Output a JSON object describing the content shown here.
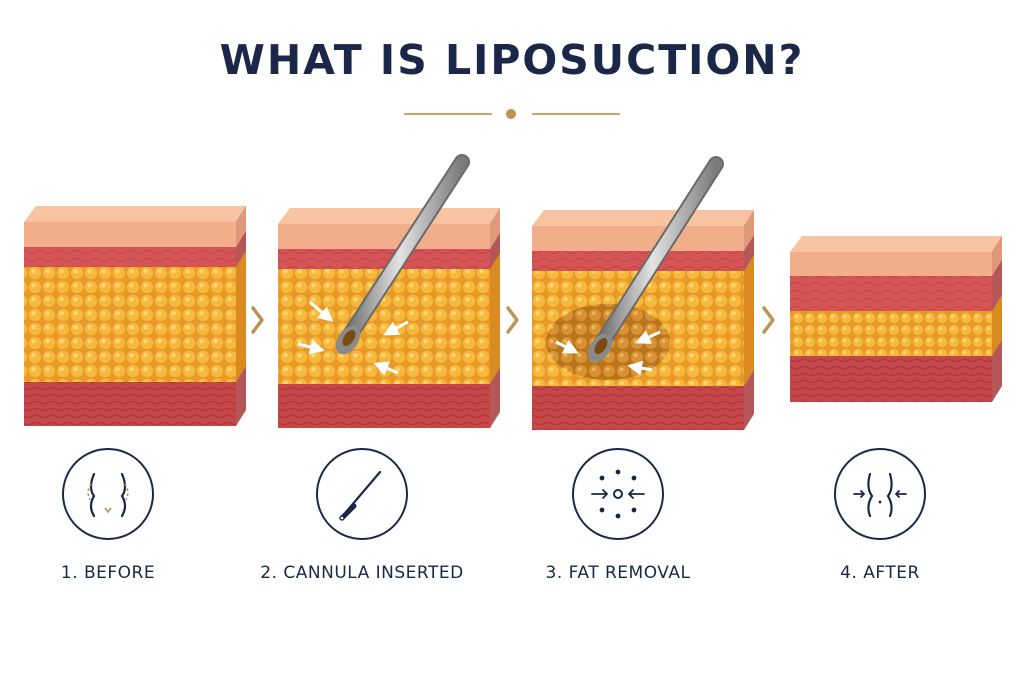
{
  "title": "WHAT IS LIPOSUCTION?",
  "colors": {
    "navy": "#1a2748",
    "gold": "#c09355",
    "skin_top": "#f2b592",
    "dermis": "#d9585a",
    "fat": "#f5b53a",
    "muscle": "#c94a4d",
    "cannula": "#9a9a9a"
  },
  "steps": [
    {
      "label": "1. BEFORE",
      "icon": "body-silhouette-icon"
    },
    {
      "label": "2. CANNULA INSERTED",
      "icon": "cannula-icon"
    },
    {
      "label": "3. FAT REMOVAL",
      "icon": "fat-dispersion-icon"
    },
    {
      "label": "4. AFTER",
      "icon": "slim-body-icon"
    }
  ]
}
